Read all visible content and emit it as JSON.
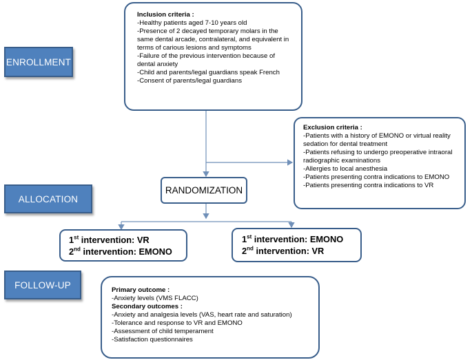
{
  "phases": {
    "enrollment": "ENROLLMENT",
    "allocation": "ALLOCATION",
    "followup": "FOLLOW-UP"
  },
  "inclusion": {
    "title": "Inclusion criteria :",
    "items": [
      "-Healthy patients aged 7-10 years old",
      "-Presence of 2 decayed temporary molars in the same dental arcade, contralateral, and equivalent in terms of carious lesions and symptoms",
      "-Failure of the previous intervention because of dental anxiety",
      "-Child and parents/legal guardians speak French",
      "-Consent of parents/legal guardians"
    ]
  },
  "exclusion": {
    "title": "Exclusion criteria :",
    "items": [
      "-Patients with a history of EMONO or virtual reality sedation for dental treatment",
      "-Patients refusing to undergo preoperative intraoral radiographic examinations",
      "-Allergies to local anesthesia",
      "-Patients presenting contra indications to EMONO",
      "-Patients presenting contra indications to VR"
    ]
  },
  "randomization": "RANDOMIZATION",
  "arm_left": {
    "first_prefix": "1",
    "first_sup": "st",
    "first_text": " intervention: VR",
    "second_prefix": "2",
    "second_sup": "nd",
    "second_text": " intervention: EMONO"
  },
  "arm_right": {
    "first_prefix": "1",
    "first_sup": "st",
    "first_text": " intervention: EMONO",
    "second_prefix": "2",
    "second_sup": "nd",
    "second_text": " intervention: VR"
  },
  "outcomes": {
    "primary_title": "Primary outcome :",
    "primary_items": [
      "-Anxiety levels (VMS FLACC)"
    ],
    "secondary_title": "Secondary outcomes :",
    "secondary_items": [
      "-Anxiety and analgesia levels (VAS, heart rate and saturation)",
      "-Tolerance and response to VR and EMONO",
      "-Assessment of child temperament",
      "-Satisfaction questionnaires"
    ]
  },
  "colors": {
    "phase_fill": "#4f81bd",
    "border": "#385d8a"
  }
}
